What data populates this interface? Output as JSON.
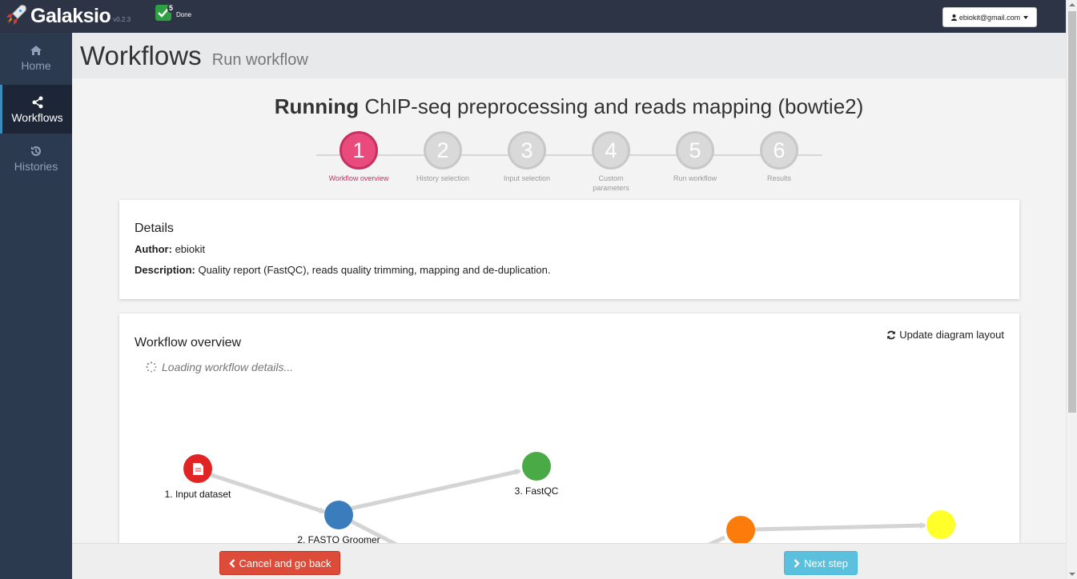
{
  "app": {
    "name": "Galaksio",
    "version": "v0.2.3"
  },
  "status": {
    "count": "5",
    "label": "Done"
  },
  "user": {
    "email": "ebiokit@gmail.com"
  },
  "sidebar": {
    "items": [
      {
        "label": "Home",
        "icon": "home-icon"
      },
      {
        "label": "Workflows",
        "icon": "share-icon"
      },
      {
        "label": "Histories",
        "icon": "history-icon"
      }
    ]
  },
  "header": {
    "title": "Workflows",
    "subtitle": "Run workflow"
  },
  "run": {
    "prefix": "Running",
    "workflow_name": "ChIP-seq preprocessing and reads mapping (bowtie2)"
  },
  "steps": [
    {
      "number": "1",
      "label": "Workflow overview"
    },
    {
      "number": "2",
      "label": "History selection"
    },
    {
      "number": "3",
      "label": "Input selection"
    },
    {
      "number": "4",
      "label": "Custom parameters"
    },
    {
      "number": "5",
      "label": "Run workflow"
    },
    {
      "number": "6",
      "label": "Results"
    }
  ],
  "details": {
    "title": "Details",
    "author_label": "Author:",
    "author": "ebiokit",
    "description_label": "Description:",
    "description": "Quality report (FastQC), reads quality trimming, mapping and de-duplication."
  },
  "overview": {
    "title": "Workflow overview",
    "update_label": "Update diagram layout",
    "loading_text": "Loading workflow details...",
    "nodes": [
      {
        "label": "1. Input dataset",
        "color": "#e02424"
      },
      {
        "label": "2. FASTQ Groomer",
        "color": "#3b7cbd"
      },
      {
        "label": "3. FastQC",
        "color": "#4aaa46"
      },
      {
        "label": "",
        "color": "#fb7c0a"
      },
      {
        "label": "",
        "color": "#ffff2a"
      }
    ]
  },
  "footer": {
    "cancel_label": "Cancel and go back",
    "next_label": "Next step"
  },
  "colors": {
    "topbar": "#2c3445",
    "sidebar": "#2c3a4f",
    "accent_step": "#e94c7c",
    "cancel": "#dd4b39",
    "next": "#5bc0de"
  }
}
